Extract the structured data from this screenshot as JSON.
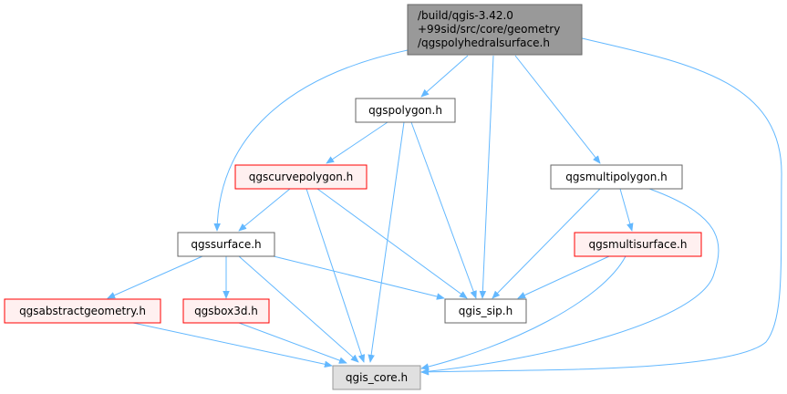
{
  "colors": {
    "edge": "#63b8ff",
    "root_fill": "#999999",
    "root_border": "#666666",
    "normal_fill": "#ffffff",
    "normal_border": "#666666",
    "red_fill": "#fff0f0",
    "red_border": "#ff0000",
    "core_fill": "#e0e0e0",
    "core_border": "#999999"
  },
  "nodes": {
    "root": {
      "lines": [
        "/build/qgis-3.42.0",
        "+99sid/src/core/geometry",
        "/qgspolyhedralsurface.h"
      ],
      "style": "root"
    },
    "polygon": {
      "lines": [
        "qgspolygon.h"
      ],
      "style": "normal"
    },
    "multipolygon": {
      "lines": [
        "qgsmultipolygon.h"
      ],
      "style": "normal"
    },
    "curvepolygon": {
      "lines": [
        "qgscurvepolygon.h"
      ],
      "style": "red"
    },
    "surface": {
      "lines": [
        "qgssurface.h"
      ],
      "style": "normal"
    },
    "multisurface": {
      "lines": [
        "qgsmultisurface.h"
      ],
      "style": "red"
    },
    "abstractgeometry": {
      "lines": [
        "qgsabstractgeometry.h"
      ],
      "style": "red"
    },
    "box3d": {
      "lines": [
        "qgsbox3d.h"
      ],
      "style": "red"
    },
    "sip": {
      "lines": [
        "qgis_sip.h"
      ],
      "style": "normal"
    },
    "core": {
      "lines": [
        "qgis_core.h"
      ],
      "style": "core"
    }
  },
  "edges": [
    [
      "root",
      "polygon"
    ],
    [
      "root",
      "sip"
    ],
    [
      "root",
      "multipolygon"
    ],
    [
      "root",
      "surface"
    ],
    [
      "root",
      "core"
    ],
    [
      "polygon",
      "curvepolygon"
    ],
    [
      "polygon",
      "sip"
    ],
    [
      "polygon",
      "core"
    ],
    [
      "curvepolygon",
      "surface"
    ],
    [
      "curvepolygon",
      "sip"
    ],
    [
      "curvepolygon",
      "core"
    ],
    [
      "surface",
      "abstractgeometry"
    ],
    [
      "surface",
      "box3d"
    ],
    [
      "surface",
      "sip"
    ],
    [
      "surface",
      "core"
    ],
    [
      "multipolygon",
      "multisurface"
    ],
    [
      "multipolygon",
      "sip"
    ],
    [
      "multipolygon",
      "core"
    ],
    [
      "multisurface",
      "sip"
    ],
    [
      "multisurface",
      "core"
    ],
    [
      "abstractgeometry",
      "core"
    ],
    [
      "box3d",
      "core"
    ]
  ]
}
